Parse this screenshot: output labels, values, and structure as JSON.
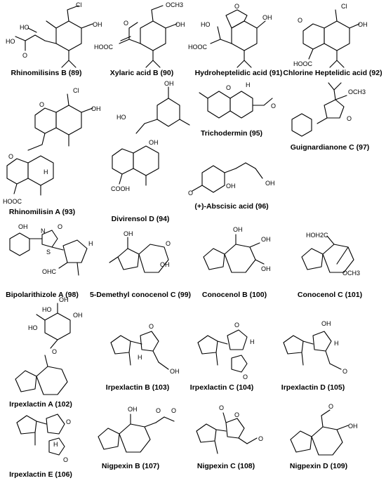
{
  "compounds": [
    {
      "label": "Rhinomilisins B (89)"
    },
    {
      "label": "Xylaric acid B (90)"
    },
    {
      "label": "Hydroheptelidic acid (91)"
    },
    {
      "label": "Chlorine Heptelidic acid (92)"
    },
    {
      "label": "Rhinomilisin A (93)"
    },
    {
      "label": "Divirensol D (94)"
    },
    {
      "label": "Trichodermin (95)"
    },
    {
      "label": "Guignardianone C (97)"
    },
    {
      "label": "(+)-Abscisic acid (96)"
    },
    {
      "label": "Bipolarithizole A (98)"
    },
    {
      "label": "5-Demethyl conocenol C (99)"
    },
    {
      "label": "Conocenol B (100)"
    },
    {
      "label": "Conocenol C (101)"
    },
    {
      "label": "Irpexlactin A (102)"
    },
    {
      "label": "Irpexlactin B (103)"
    },
    {
      "label": "Irpexlactin C (104)"
    },
    {
      "label": "Irpexlactin D (105)"
    },
    {
      "label": "Irpexlactin E (106)"
    },
    {
      "label": "Nigpexin B (107)"
    },
    {
      "label": "Nigpexin C (108)"
    },
    {
      "label": "Nigpexin D (109)"
    }
  ],
  "atom_labels": {
    "cl": "Cl",
    "oh": "OH",
    "ho": "HO",
    "o": "O",
    "h": "H",
    "s": "S",
    "n": "N",
    "cooh": "COOH",
    "hooc": "HOOC",
    "och3": "OCH3",
    "hoh2c": "HOH2C",
    "oche": "OCH3",
    "cho": "OHC"
  }
}
